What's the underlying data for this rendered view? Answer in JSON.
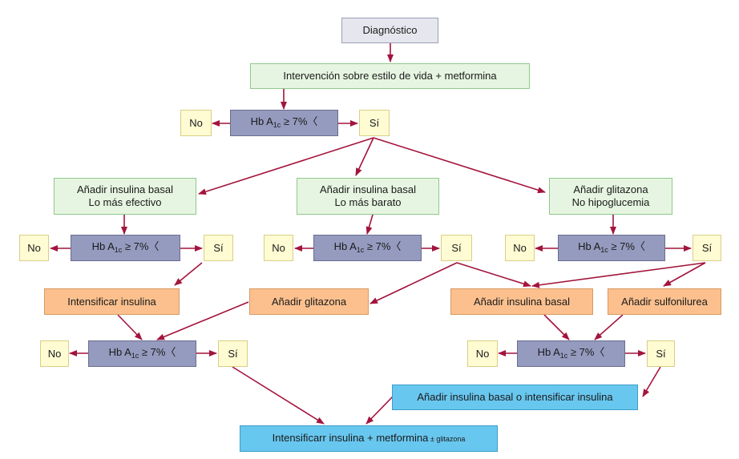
{
  "diagram": {
    "start": "Diagnóstico",
    "step1": "Intervención sobre estilo de vida + metformina",
    "hb": {
      "prefix": "Hb A",
      "sub": "1c",
      "suffix": " ≥ 7%〈"
    },
    "no": "No",
    "yes": "Sí",
    "branch_left": [
      "Añadir insulina basal",
      "Lo más efectivo"
    ],
    "branch_mid": [
      "Añadir insulina basal",
      "Lo más barato"
    ],
    "branch_right": [
      "Añadir glitazona",
      "No hipoglucemia"
    ],
    "intensify_insulin": "Intensificar insulina",
    "add_glitazone": "Añadir glitazona",
    "add_basal_insulin": "Añadir insulina basal",
    "add_sulfonylurea": "Añadir sulfonilurea",
    "basal_or_intensify": "Añadir insulina basal o intensificar insulina",
    "final": {
      "main": "Intensificarr insulina + metformina",
      "small": " ± glitazona"
    },
    "colors": {
      "arrow": "#a3143c",
      "start_box": "#e6e7ee",
      "green_box": "#e6f5e1",
      "hb_box": "#959bbf",
      "yes_no_box": "#fffbd2",
      "orange_box": "#fbc08e",
      "blue_box": "#68c7ef"
    }
  }
}
